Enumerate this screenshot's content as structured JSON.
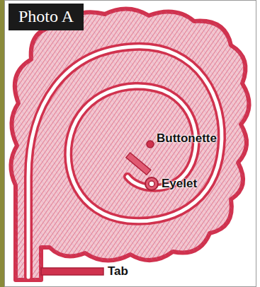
{
  "diagram": {
    "title": "Photo A",
    "labels": [
      "Buttonette",
      "Eyelet",
      "Tab"
    ]
  }
}
